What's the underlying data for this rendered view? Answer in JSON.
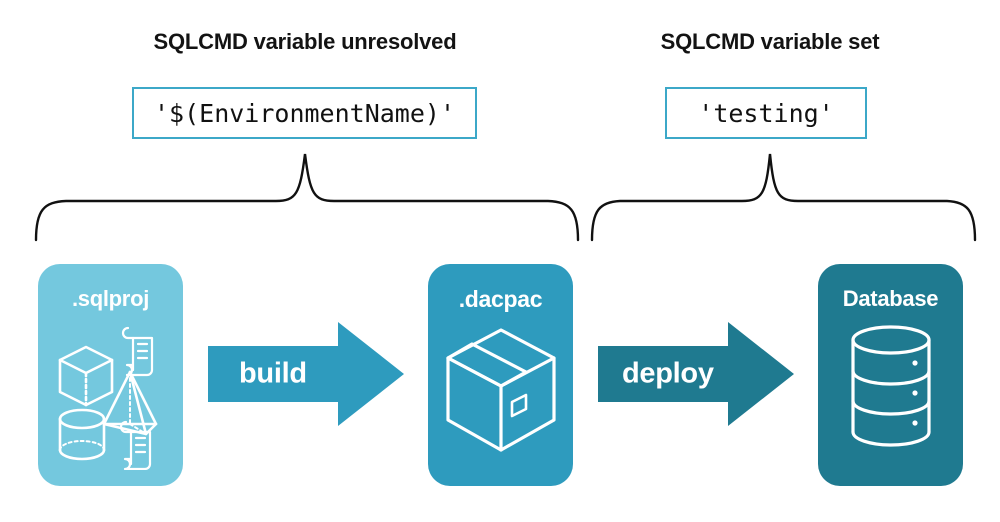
{
  "diagram": {
    "background": "#ffffff",
    "annotations": [
      {
        "heading": "SQLCMD variable unresolved",
        "value": "'$(EnvironmentName)'"
      },
      {
        "heading": "SQLCMD variable set",
        "value": "'testing'"
      }
    ],
    "stages": [
      {
        "title": ".sqlproj",
        "color": "#74C8DE",
        "icons": [
          "cube-icon",
          "scroll-icon",
          "pyramid-icon",
          "cylinder-icon",
          "scroll-icon"
        ]
      },
      {
        "title": ".dacpac",
        "color": "#2E9BBE",
        "icons": [
          "package-box-icon"
        ]
      },
      {
        "title": "Database",
        "color": "#1F7A90",
        "icons": [
          "database-cylinder-icon"
        ]
      }
    ],
    "arrows": [
      {
        "label": "build",
        "color": "#2E9BBE"
      },
      {
        "label": "deploy",
        "color": "#1F7A90"
      }
    ],
    "accent_border": "#3CA8C8",
    "brace_color": "#111111",
    "text_color": "#131313"
  }
}
